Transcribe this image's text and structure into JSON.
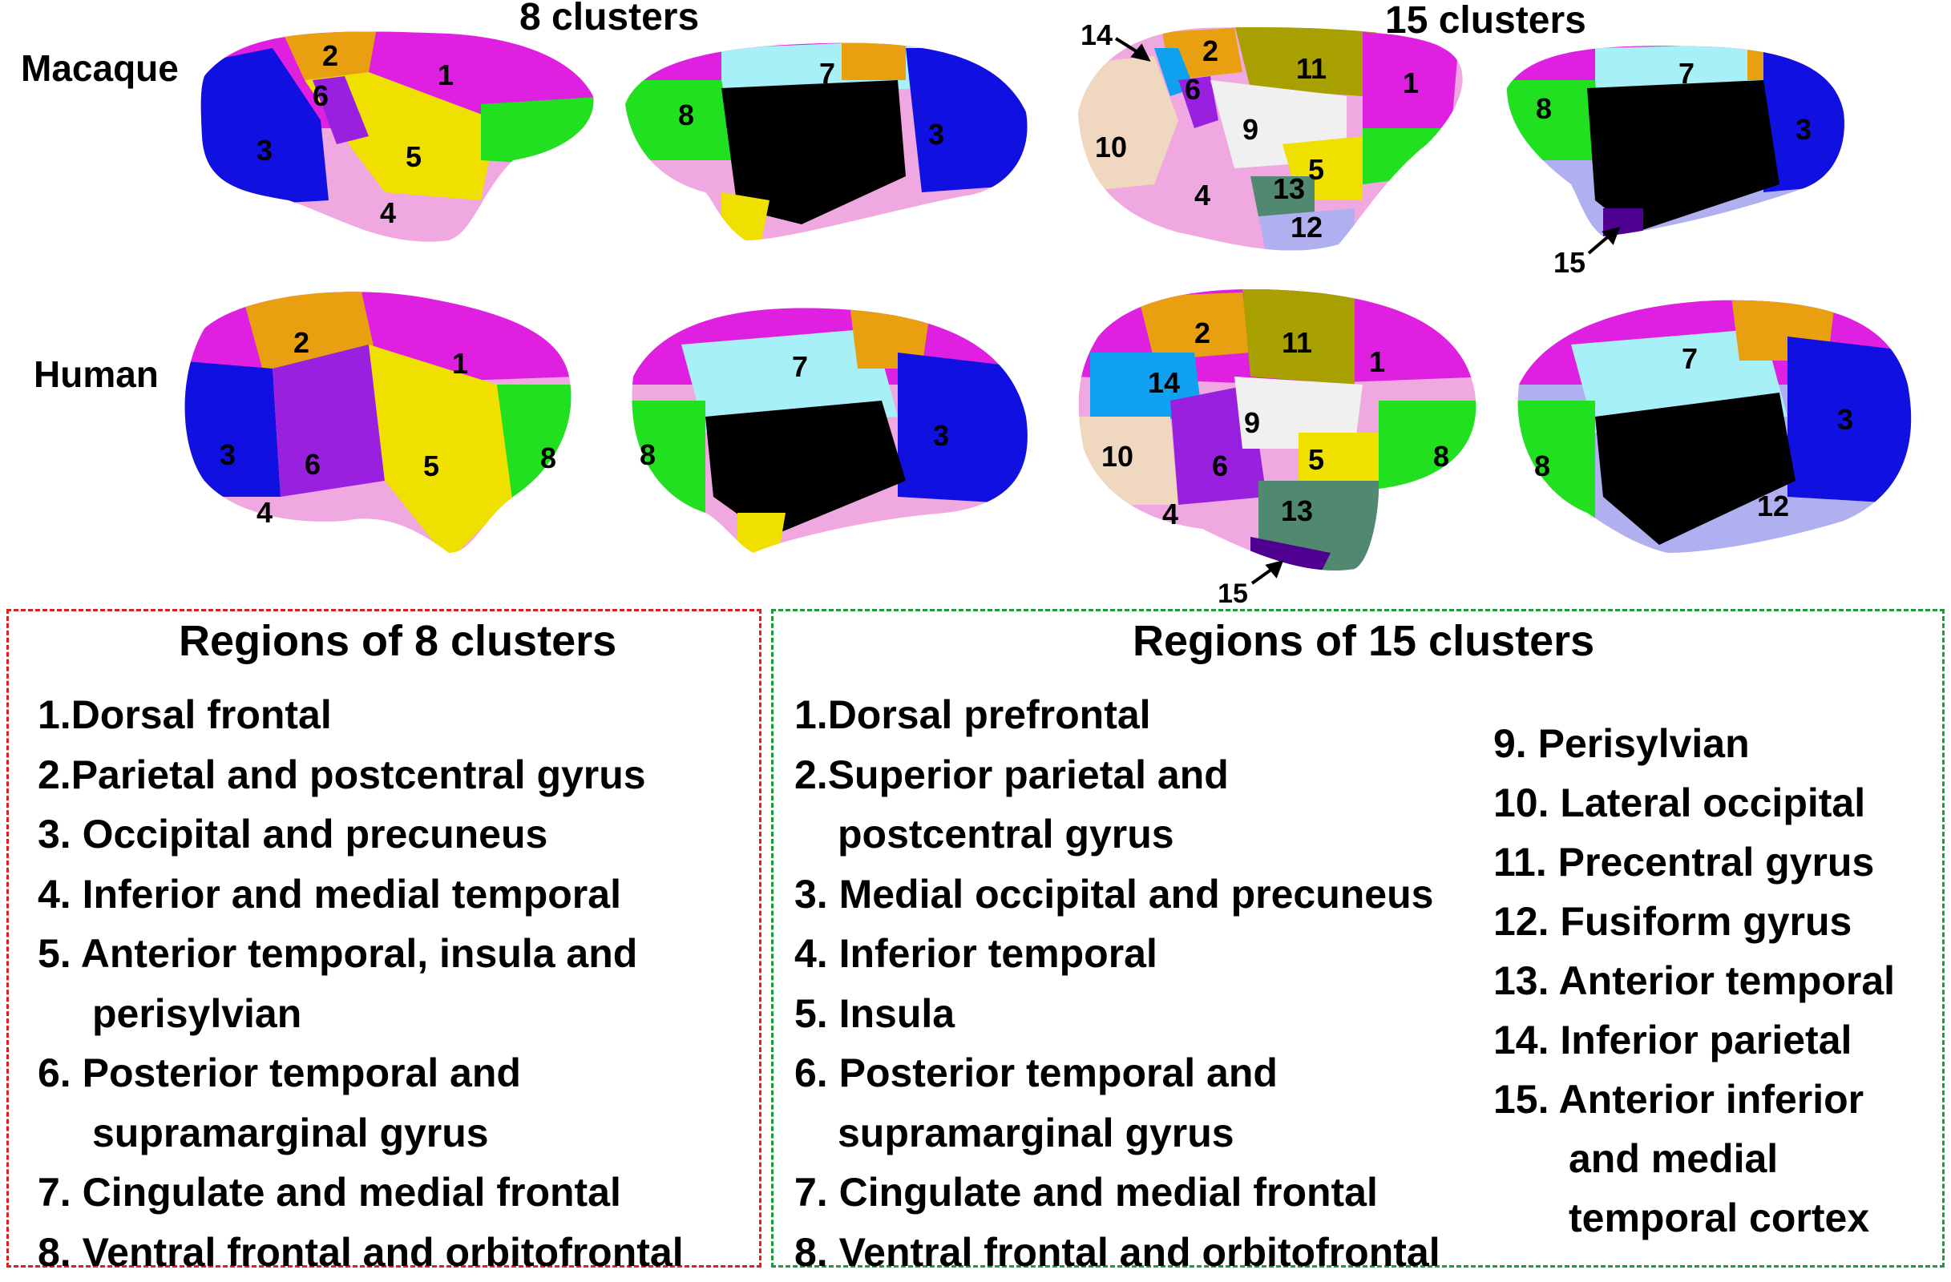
{
  "headers": {
    "clusters8": "8 clusters",
    "clusters15": "15 clusters"
  },
  "species": {
    "macaque": "Macaque",
    "human": "Human"
  },
  "colors": {
    "c1": "#e020e0",
    "c2": "#e8a010",
    "c3": "#1010e0",
    "c4": "#f0a8e0",
    "c5": "#f0e000",
    "c6": "#9a20e0",
    "c7": "#a8f0f8",
    "c8": "#20e020",
    "c9": "#f0f0f0",
    "c10": "#f0d8c0",
    "c11": "#a8a000",
    "c12": "#b0b0f0",
    "c13": "#508870",
    "c14": "#10a0f0",
    "c15": "#500090",
    "black": "#000000"
  },
  "brain_labels": {
    "macaque8_lateral": [
      "2",
      "1",
      "6",
      "3",
      "5",
      "4"
    ],
    "macaque8_medial": [
      "7",
      "8",
      "3"
    ],
    "macaque15_lateral": [
      "14",
      "2",
      "11",
      "6",
      "1",
      "9",
      "10",
      "5",
      "13",
      "4",
      "12"
    ],
    "macaque15_medial": [
      "7",
      "8",
      "3",
      "15"
    ],
    "human8_lateral": [
      "2",
      "1",
      "3",
      "6",
      "5",
      "8",
      "4"
    ],
    "human8_medial": [
      "7",
      "3",
      "8"
    ],
    "human15_lateral": [
      "2",
      "11",
      "1",
      "14",
      "9",
      "10",
      "6",
      "5",
      "8",
      "4",
      "13",
      "15"
    ],
    "human15_medial": [
      "7",
      "3",
      "8",
      "12"
    ]
  },
  "legend8": {
    "title": "Regions of 8 clusters",
    "items": [
      {
        "num": "1.",
        "text": "Dorsal frontal"
      },
      {
        "num": "2.",
        "text": "Parietal and postcentral gyrus"
      },
      {
        "num": "3.",
        "text": " Occipital and precuneus"
      },
      {
        "num": "4.",
        "text": " Inferior and medial temporal"
      },
      {
        "num": "5.",
        "text": " Anterior temporal, insula and"
      },
      {
        "num": "",
        "text": "perisylvian"
      },
      {
        "num": "6.",
        "text": " Posterior temporal and"
      },
      {
        "num": "",
        "text": "supramarginal gyrus"
      },
      {
        "num": "7.",
        "text": " Cingulate and medial frontal"
      },
      {
        "num": "8.",
        "text": " Ventral frontal and orbitofrontal"
      }
    ]
  },
  "legend15": {
    "title": "Regions of 15 clusters",
    "left_items": [
      {
        "num": "1.",
        "text": "Dorsal prefrontal"
      },
      {
        "num": "2.",
        "text": "Superior parietal and"
      },
      {
        "num": "",
        "text": "postcentral gyrus"
      },
      {
        "num": "3.",
        "text": " Medial occipital and precuneus"
      },
      {
        "num": "4.",
        "text": " Inferior temporal"
      },
      {
        "num": "5.",
        "text": " Insula"
      },
      {
        "num": "6.",
        "text": " Posterior temporal and"
      },
      {
        "num": "",
        "text": "supramarginal gyrus"
      },
      {
        "num": "7.",
        "text": " Cingulate and medial frontal"
      },
      {
        "num": "8.",
        "text": " Ventral frontal and orbitofrontal"
      }
    ],
    "right_items": [
      {
        "num": "9.",
        "text": "  Perisylvian"
      },
      {
        "num": "10.",
        "text": " Lateral occipital"
      },
      {
        "num": "11.",
        "text": " Precentral gyrus"
      },
      {
        "num": "12.",
        "text": " Fusiform gyrus"
      },
      {
        "num": "13.",
        "text": " Anterior temporal"
      },
      {
        "num": "14.",
        "text": " Inferior parietal"
      },
      {
        "num": "15.",
        "text": " Anterior inferior"
      },
      {
        "num": "",
        "text": "and  medial"
      },
      {
        "num": "",
        "text": "temporal cortex"
      }
    ]
  }
}
